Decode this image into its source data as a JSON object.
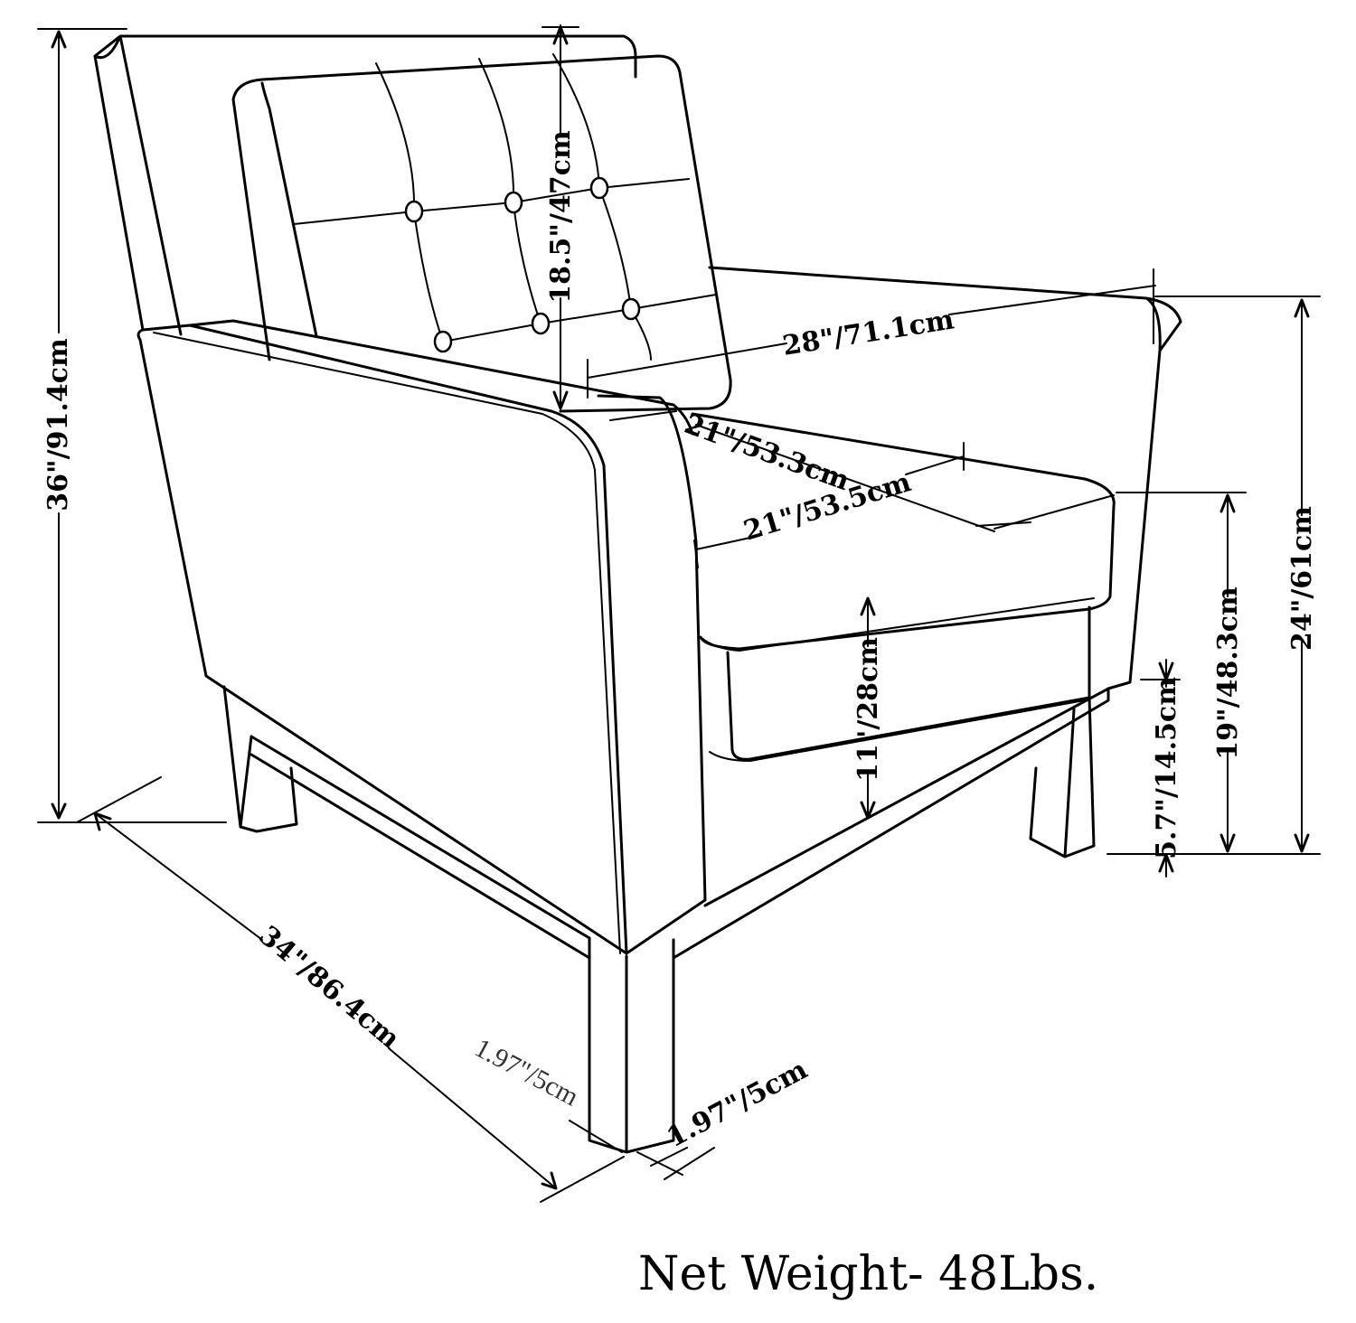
{
  "dimensions": {
    "overall_height": "36\"/91.4cm",
    "back_cushion_height": "18.5\"/47cm",
    "overall_width": "28\"/71.1cm",
    "seat_depth": "21\"/53.3cm",
    "seat_width": "21\"/53.5cm",
    "arm_height": "24\"/61cm",
    "seat_height": "19\"/48.3cm",
    "seat_cushion_thickness": "11\"/28cm",
    "leg_height": "5.7\"/14.5cm",
    "overall_depth": "34\"/86.4cm",
    "leg_depth": "1.97\"/5cm",
    "leg_width": "1.97\"/5cm"
  },
  "net_weight": "Net Weight- 48Lbs.",
  "colors": {
    "line": "#000000",
    "background": "#ffffff"
  }
}
